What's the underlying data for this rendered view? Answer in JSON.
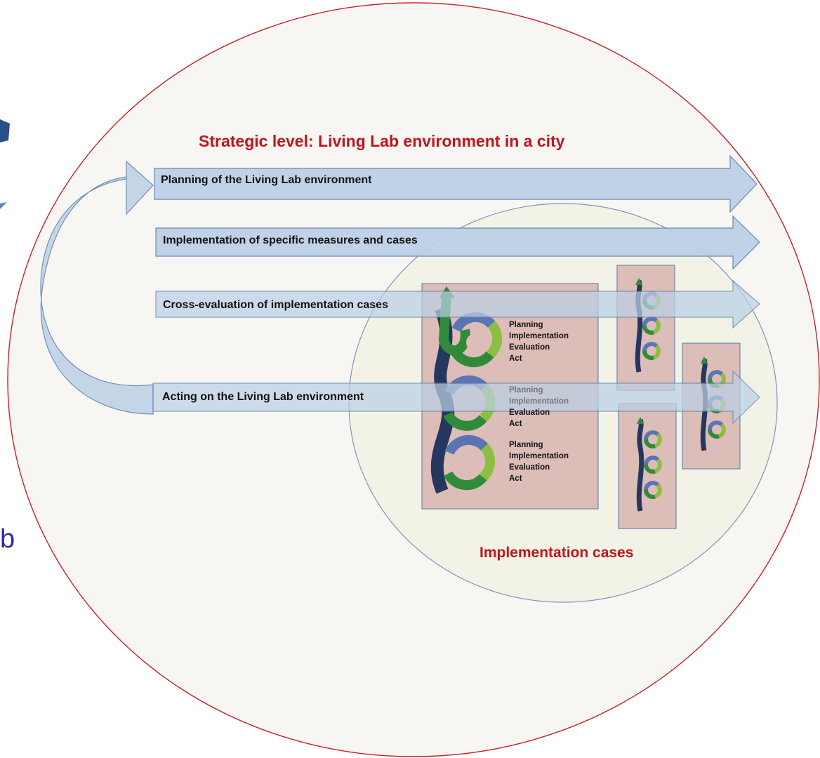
{
  "title": "Strategic level: Living Lab environment in a city",
  "subtitle": "Implementation cases",
  "arrows": [
    "Planning of the Living Lab environment",
    "Implementation of specific measures and cases",
    "Cross-evaluation of implementation cases",
    "Acting on the Living Lab environment"
  ],
  "case_steps": [
    [
      "Planning",
      "Implementation",
      "Evaluation",
      "Act"
    ],
    [
      "Planning",
      "Implementation",
      "Evaluation",
      "Act"
    ],
    [
      "Planning",
      "Implementation",
      "Evaluation",
      "Act"
    ]
  ],
  "edge_text": "b",
  "colors": {
    "outer_border": "#c8202a",
    "outer_fill": "#f7f6f3",
    "inner_fill": "#f2f3e6",
    "inner_border": "#7f95b8",
    "arrow_fill": "#bcd0e6",
    "arrow_border": "#5b7fa8",
    "case_box": "#ddbdb8",
    "case_border": "#6f86aa",
    "cycle_dark": "#2f8a3a",
    "cycle_light": "#8cbf3f",
    "cycle_blue": "#5b74b4",
    "spine": "#25375f"
  }
}
